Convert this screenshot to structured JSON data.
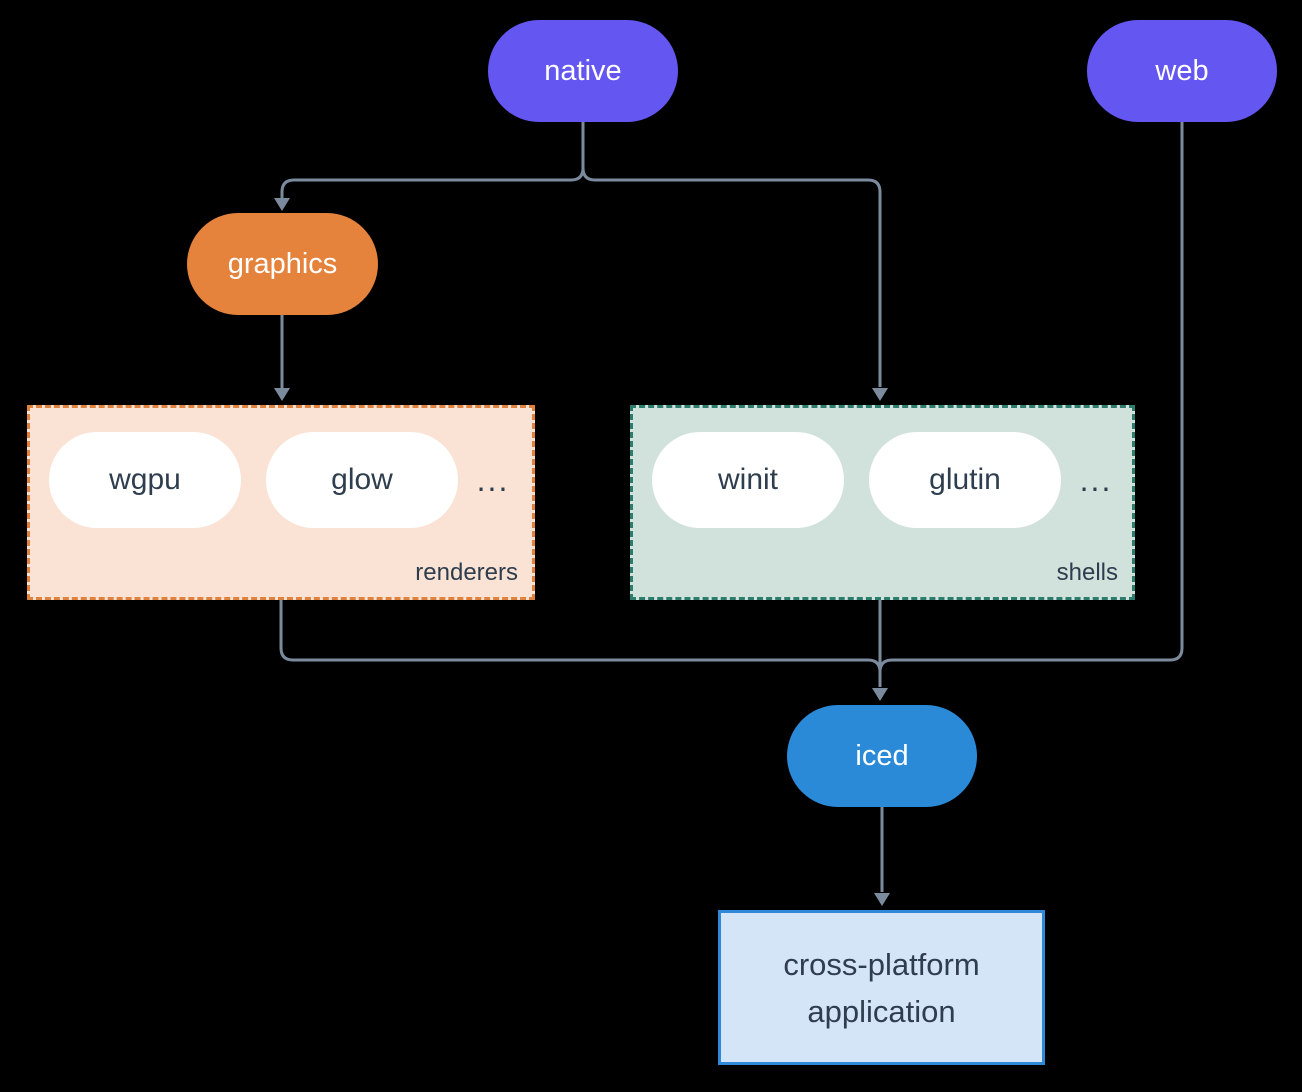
{
  "diagram": {
    "background": "#000000",
    "connector_color": "#7b8b9d",
    "nodes": {
      "native": {
        "label": "native",
        "color": "#6456f0"
      },
      "web": {
        "label": "web",
        "color": "#6456f0"
      },
      "graphics": {
        "label": "graphics",
        "color": "#e5823c"
      },
      "iced": {
        "label": "iced",
        "color": "#2b8ad8"
      },
      "app": {
        "line1": "cross-platform",
        "line2": "application",
        "bg": "#d3e5f7",
        "border": "#3089d8"
      }
    },
    "groups": {
      "renderers": {
        "label": "renderers",
        "items": [
          "wgpu",
          "glow"
        ],
        "more": "...",
        "bg": "#fae3d4",
        "border": "#e0813d"
      },
      "shells": {
        "label": "shells",
        "items": [
          "winit",
          "glutin"
        ],
        "more": "...",
        "bg": "#d1e1db",
        "border": "#2c7d6d"
      }
    },
    "edges": [
      {
        "from": "native",
        "to": "graphics"
      },
      {
        "from": "native",
        "to": "shells"
      },
      {
        "from": "graphics",
        "to": "renderers"
      },
      {
        "from": "renderers",
        "to": "iced"
      },
      {
        "from": "shells",
        "to": "iced"
      },
      {
        "from": "web",
        "to": "iced"
      },
      {
        "from": "iced",
        "to": "app"
      }
    ]
  }
}
